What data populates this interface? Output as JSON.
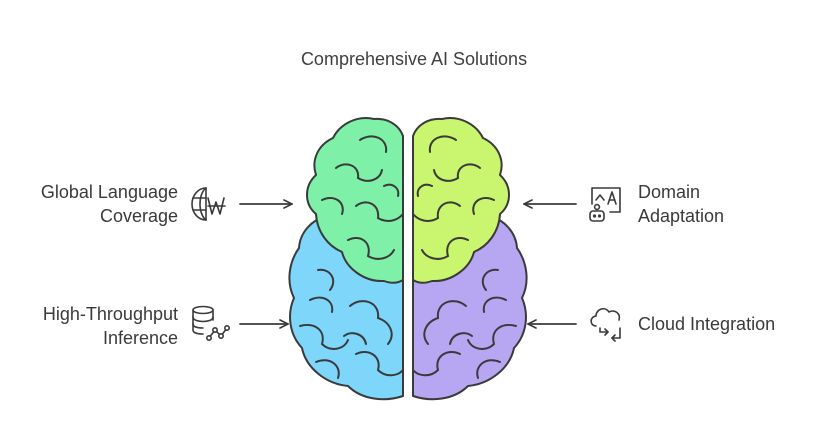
{
  "title": "Comprehensive AI Solutions",
  "colors": {
    "top_left": "#7ff0a8",
    "bottom_left": "#7ed6fb",
    "top_right": "#caf56e",
    "bottom_right": "#b7a6f2",
    "outline": "#3a3a3a"
  },
  "items": {
    "top_left": {
      "line1": "Global Language",
      "line2": "Coverage",
      "icon": "globe-translate-icon"
    },
    "bottom_left": {
      "line1": "High-Throughput",
      "line2": "Inference",
      "icon": "database-network-icon"
    },
    "top_right": {
      "line1": "Domain",
      "line2": "Adaptation",
      "icon": "robot-image-icon"
    },
    "bottom_right": {
      "line1": "Cloud Integration",
      "icon": "cloud-sync-icon"
    }
  }
}
